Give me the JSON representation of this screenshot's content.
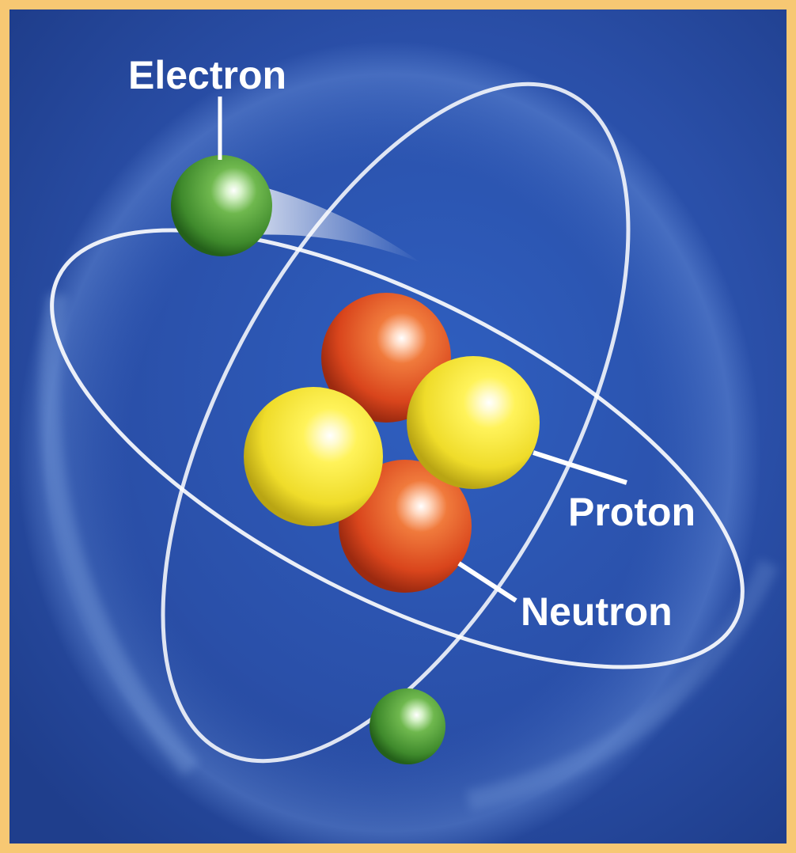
{
  "diagram": {
    "labels": {
      "electron": "Electron",
      "proton": "Proton",
      "neutron": "Neutron"
    },
    "colors": {
      "background": "#2a4fa8",
      "frame": "#f7c873",
      "electron": "#4f9a3a",
      "proton": "#f2e43a",
      "neutron": "#e2562a",
      "orbit": "#ffffff"
    },
    "particles": {
      "electrons": 2,
      "protons": 2,
      "neutrons": 2
    }
  }
}
